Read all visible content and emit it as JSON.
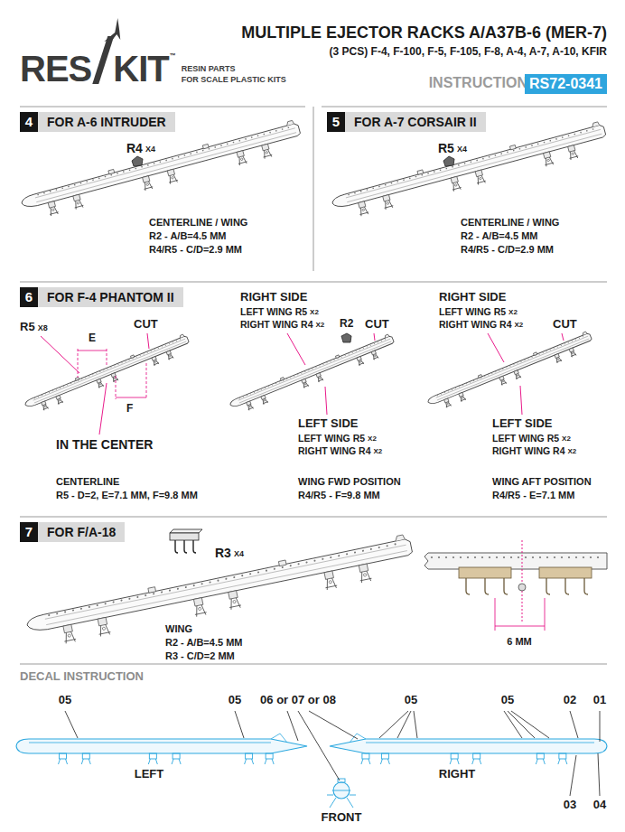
{
  "diagram": {
    "title": "MULTIPLE EJECTOR RACKS A/A37B-6 (MER-7)",
    "nodes": [
      {
        "text": [
          "RS72-0341"
        ]
      },
      {
        "text": [
          "4"
        ]
      },
      {
        "text": [
          "FOR A-6 INTRUDER"
        ]
      },
      {
        "text": [
          "5"
        ]
      },
      {
        "text": [
          "FOR A-7 CORSAIR II"
        ]
      },
      {
        "text": [
          "6"
        ]
      },
      {
        "text": [
          "FOR F-4 PHANTOM II"
        ]
      },
      {
        "text": [
          "7"
        ]
      },
      {
        "text": [
          "FOR F/A-18"
        ]
      }
    ],
    "labels": [
      "RES",
      "KIT",
      "™",
      "RESIN PARTS",
      "FOR SCALE PLASTIC KITS",
      "(3 PCS) F-4, F-100, F-5, F-105, F-8, A-4, A-7, A-10, KFIR",
      "INSTRUCTION",
      "R4",
      "X4",
      "CENTERLINE / WING",
      "R2 - A/B=4.5 MM",
      "R4/R5 - C/D=2.9 MM",
      "R5",
      "X4",
      "CENTERLINE / WING",
      "R2 - A/B=4.5 MM",
      "R4/R5 - C/D=2.9 MM",
      "R5",
      "X8",
      "E",
      "F",
      "CUT",
      "IN THE CENTER",
      "CENTERLINE",
      "R5 - D=2, E=7.1 MM, F=9.8 MM",
      "RIGHT SIDE",
      "LEFT WING R5",
      "X2",
      "RIGHT WING R4",
      "X2",
      "R2",
      "CUT",
      "LEFT SIDE",
      "LEFT WING R5",
      "X2",
      "RIGHT WING R4",
      "X2",
      "WING FWD POSITION",
      "R4/R5 - F=9.8 MM",
      "RIGHT SIDE",
      "LEFT WING R5",
      "X2",
      "RIGHT WING R4",
      "X2",
      "CUT",
      "LEFT SIDE",
      "LEFT WING R5",
      "X2",
      "RIGHT WING R4",
      "X2",
      "WING AFT POSITION",
      "R4/R5 - E=7.1 MM",
      "R3",
      "X4",
      "WING",
      "R2 - A/B=4.5 MM",
      "R3 - C/D=2 MM",
      "6 MM",
      "DECAL INSTRUCTION",
      "05",
      "05",
      "06 or 07 or 08",
      "05",
      "05",
      "02",
      "01",
      "LEFT",
      "RIGHT",
      "03",
      "04",
      "FRONT"
    ]
  }
}
